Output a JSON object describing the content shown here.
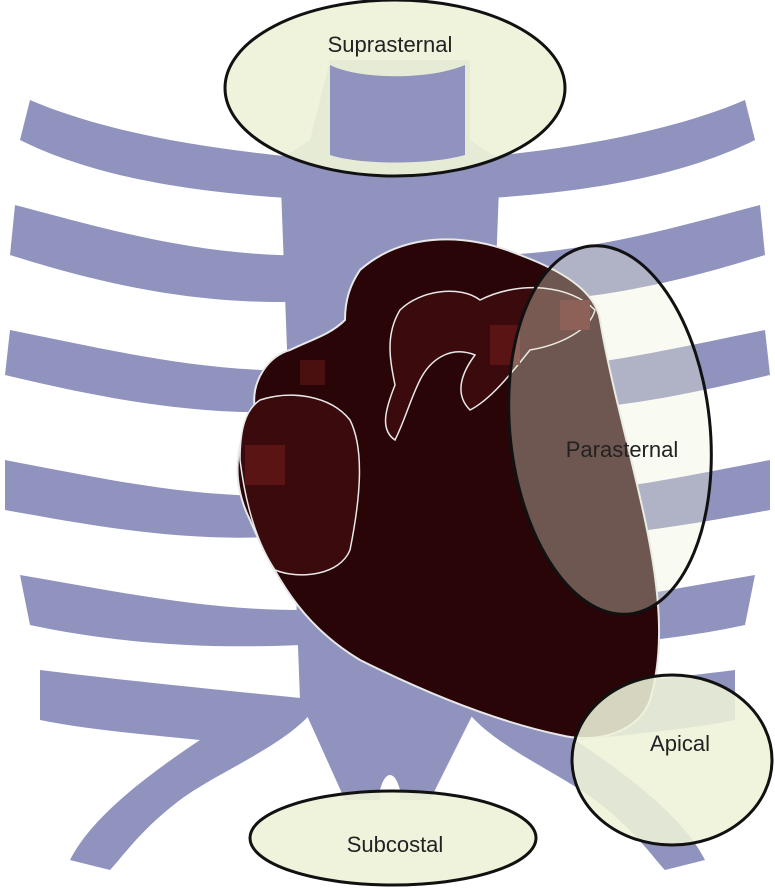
{
  "diagram": {
    "windows": [
      {
        "id": "suprasternal",
        "label": "Suprasternal"
      },
      {
        "id": "parasternal",
        "label": "Parasternal"
      },
      {
        "id": "apical",
        "label": "Apical"
      },
      {
        "id": "subcostal",
        "label": "Subcostal"
      }
    ]
  },
  "colors": {
    "background": "#ffffff",
    "ribcage": "#8f93bd",
    "window_fill": "#eef2d8",
    "window_outline": "#111111",
    "heart": "#2a0508",
    "heart_highlight": "#5a1414",
    "heart_outline": "#e8e8e8"
  }
}
